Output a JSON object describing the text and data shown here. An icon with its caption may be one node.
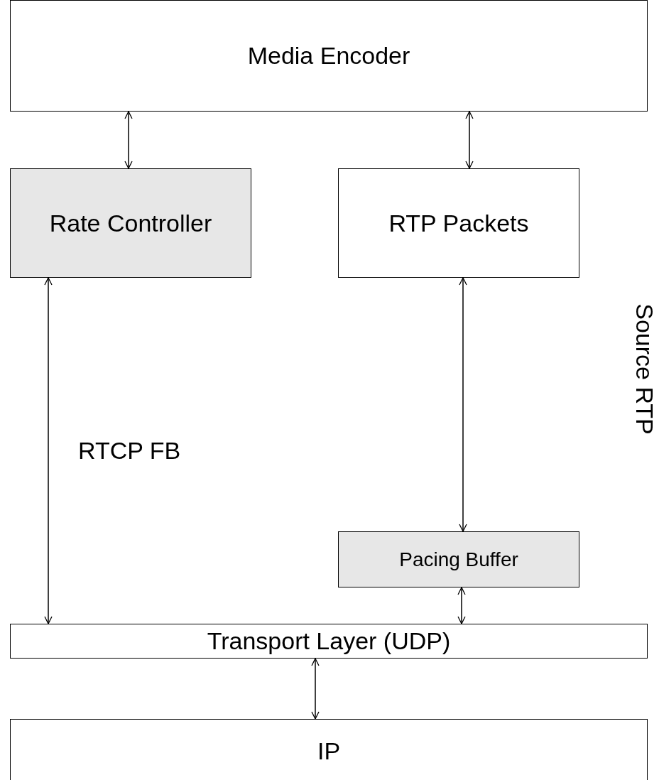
{
  "diagram": {
    "nodes": [
      {
        "text": [
          "Media Encoder"
        ]
      },
      {
        "text": [
          "Rate Controller"
        ]
      },
      {
        "text": [
          "RTP Packets"
        ]
      },
      {
        "text": [
          "Pacing Buffer"
        ]
      },
      {
        "text": [
          "Transport Layer (UDP)"
        ]
      },
      {
        "text": [
          "IP"
        ]
      }
    ],
    "edges": [
      {
        "from": 0,
        "to": 1,
        "arrow": "both"
      },
      {
        "from": 0,
        "to": 2,
        "arrow": "both"
      },
      {
        "from": 1,
        "to": 4,
        "arrow": "both"
      },
      {
        "from": 2,
        "to": 3,
        "arrow": "both"
      },
      {
        "from": 3,
        "to": 4,
        "arrow": "both"
      },
      {
        "from": 4,
        "to": 5,
        "arrow": "both"
      }
    ],
    "labels": [
      "RTCP FB",
      "Source RTP"
    ]
  }
}
